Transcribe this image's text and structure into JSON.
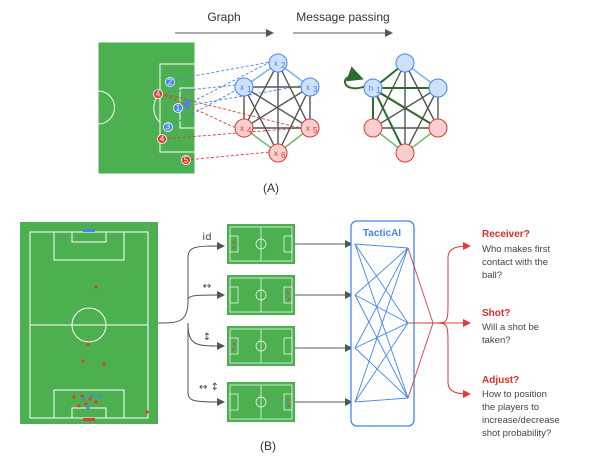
{
  "part_a": {
    "header_graph": "Graph",
    "header_message": "Message passing",
    "caption": "(A)",
    "attack_players": [
      "2",
      "1",
      "3"
    ],
    "defend_players": [
      "4",
      "4",
      "5"
    ],
    "nodes_x": [
      "x",
      "x",
      "x",
      "x",
      "x",
      "x"
    ],
    "node_subs": [
      "2",
      "1",
      "3",
      "4",
      "5",
      "6"
    ],
    "h_node": "h",
    "h_sub": "1"
  },
  "part_b": {
    "caption": "(B)",
    "variants": [
      "id",
      "↔",
      "↕",
      "↔ ↕"
    ],
    "model_label": "TacticAI",
    "questions": [
      {
        "title": "Receiver?",
        "lines": [
          "Who makes first",
          "contact with the",
          "ball?"
        ]
      },
      {
        "title": "Shot?",
        "lines": [
          "Will a shot be",
          "taken?"
        ]
      },
      {
        "title": "Adjust?",
        "lines": [
          "How to position",
          "the players to",
          "increase/decrease",
          "shot probability?"
        ]
      }
    ]
  },
  "colors": {
    "pitch": "#4caf50",
    "attack": "#4285f4",
    "defend": "#e53935",
    "attack_fill": "#cfe0fb",
    "defend_fill": "#f8cfcf",
    "model_border": "#4285f4",
    "question": "#d93025"
  }
}
